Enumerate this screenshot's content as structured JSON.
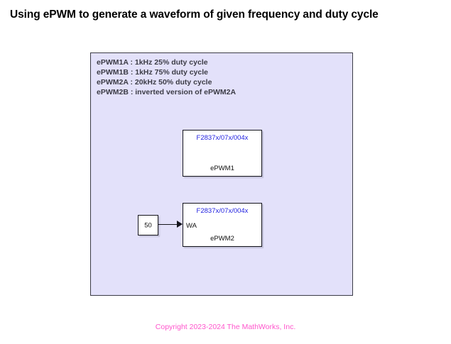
{
  "page": {
    "title": "Using ePWM to generate a waveform of given frequency and duty cycle",
    "copyright": "Copyright 2023-2024 The MathWorks, Inc."
  },
  "colors": {
    "canvas_background": "#E3E1FA",
    "canvas_border": "#3B3B46",
    "block_header_text": "#2323E0",
    "annotation_text": "#3C3C46",
    "copyright_text": "#FF55CC",
    "block_fill": "#FFFFFF",
    "line": "#15151C"
  },
  "annotation": {
    "lines": [
      "ePWM1A : 1kHz 25% duty cycle",
      "ePWM1B : 1kHz 75% duty cycle",
      "ePWM2A : 20kHz 50% duty cycle",
      "ePWM2B : inverted version of ePWM2A"
    ]
  },
  "blocks": {
    "epwm1": {
      "header": "F2837x/07x/004x",
      "footer": "ePWM1"
    },
    "epwm2": {
      "header": "F2837x/07x/004x",
      "footer": "ePWM2",
      "input_port": "WA"
    },
    "constant": {
      "value": "50"
    }
  }
}
